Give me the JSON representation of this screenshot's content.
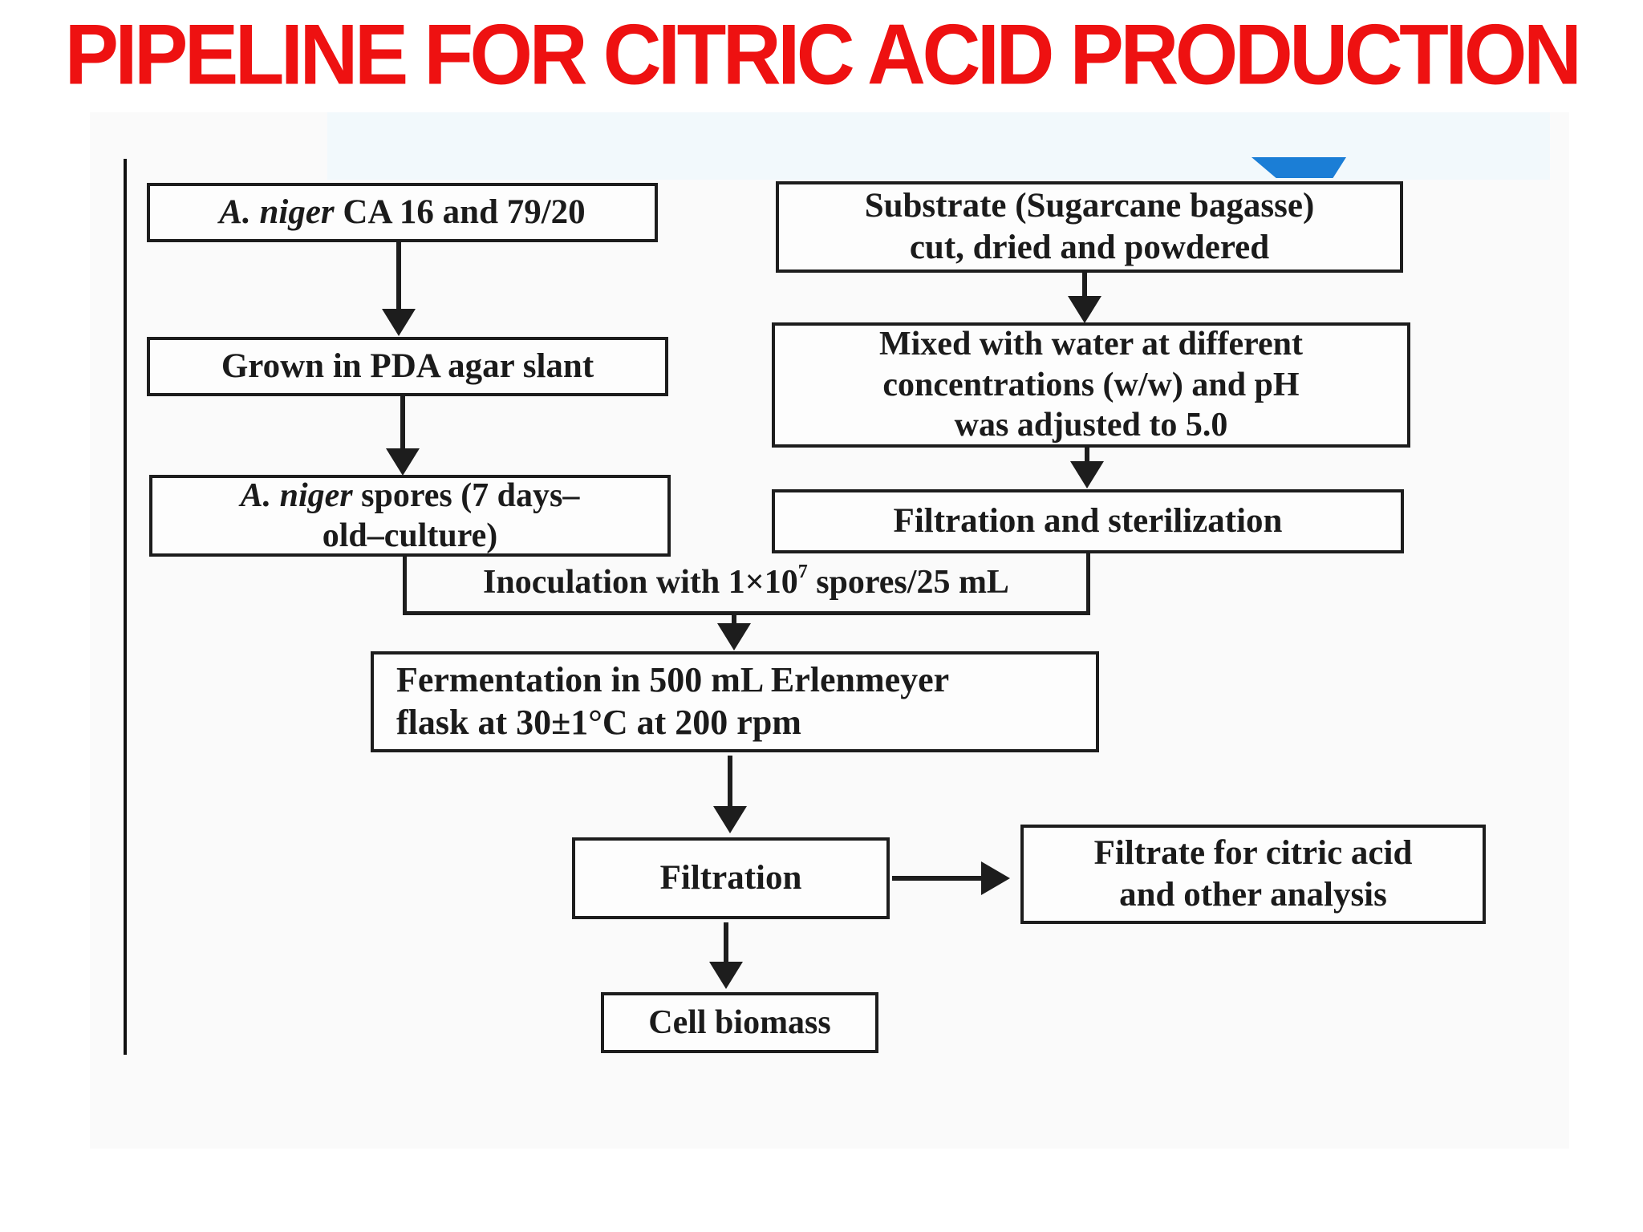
{
  "title": "PIPELINE FOR CITRIC ACID PRODUCTION",
  "colors": {
    "title_red": "#ee1111",
    "ink": "#1d1d1d",
    "box_background": "#fdfdfd",
    "figure_background": "#fafafa",
    "blue_decoration": "#1b7ed6"
  },
  "nodes": {
    "strain": {
      "italic": "A. niger",
      "rest": " CA 16 and 79/20"
    },
    "grown": {
      "text": "Grown in PDA agar slant"
    },
    "spores": {
      "italic": "A. niger",
      "rest": " spores (7 days–",
      "line2": "old–culture)"
    },
    "substrate": {
      "line1": "Substrate (Sugarcane bagasse)",
      "line2": "cut, dried and powdered"
    },
    "mixed": {
      "line1": "Mixed with water at different",
      "line2": "concentrations (w/w) and pH",
      "line3": "was adjusted to 5.0"
    },
    "filt_ster": {
      "text": "Filtration and sterilization"
    },
    "inoculation": {
      "prefix": "Inoculation with 1×10",
      "sup": "7",
      "suffix": " spores/25 mL"
    },
    "fermentation": {
      "line1": "Fermentation in 500 mL Erlenmeyer",
      "line2": "flask at 30±1°C at 200 rpm"
    },
    "filtration": {
      "text": "Filtration"
    },
    "filtrate": {
      "line1": "Filtrate for citric acid",
      "line2": "and other analysis"
    },
    "biomass": {
      "text": "Cell biomass"
    }
  },
  "edges": [
    {
      "from": "strain",
      "to": "grown"
    },
    {
      "from": "grown",
      "to": "spores"
    },
    {
      "from": "substrate",
      "to": "mixed"
    },
    {
      "from": "mixed",
      "to": "filt_ster"
    },
    {
      "from": "spores",
      "to": "inoculation"
    },
    {
      "from": "filt_ster",
      "to": "inoculation"
    },
    {
      "from": "inoculation",
      "to": "fermentation"
    },
    {
      "from": "fermentation",
      "to": "filtration"
    },
    {
      "from": "filtration",
      "to": "filtrate"
    },
    {
      "from": "filtration",
      "to": "biomass"
    }
  ]
}
